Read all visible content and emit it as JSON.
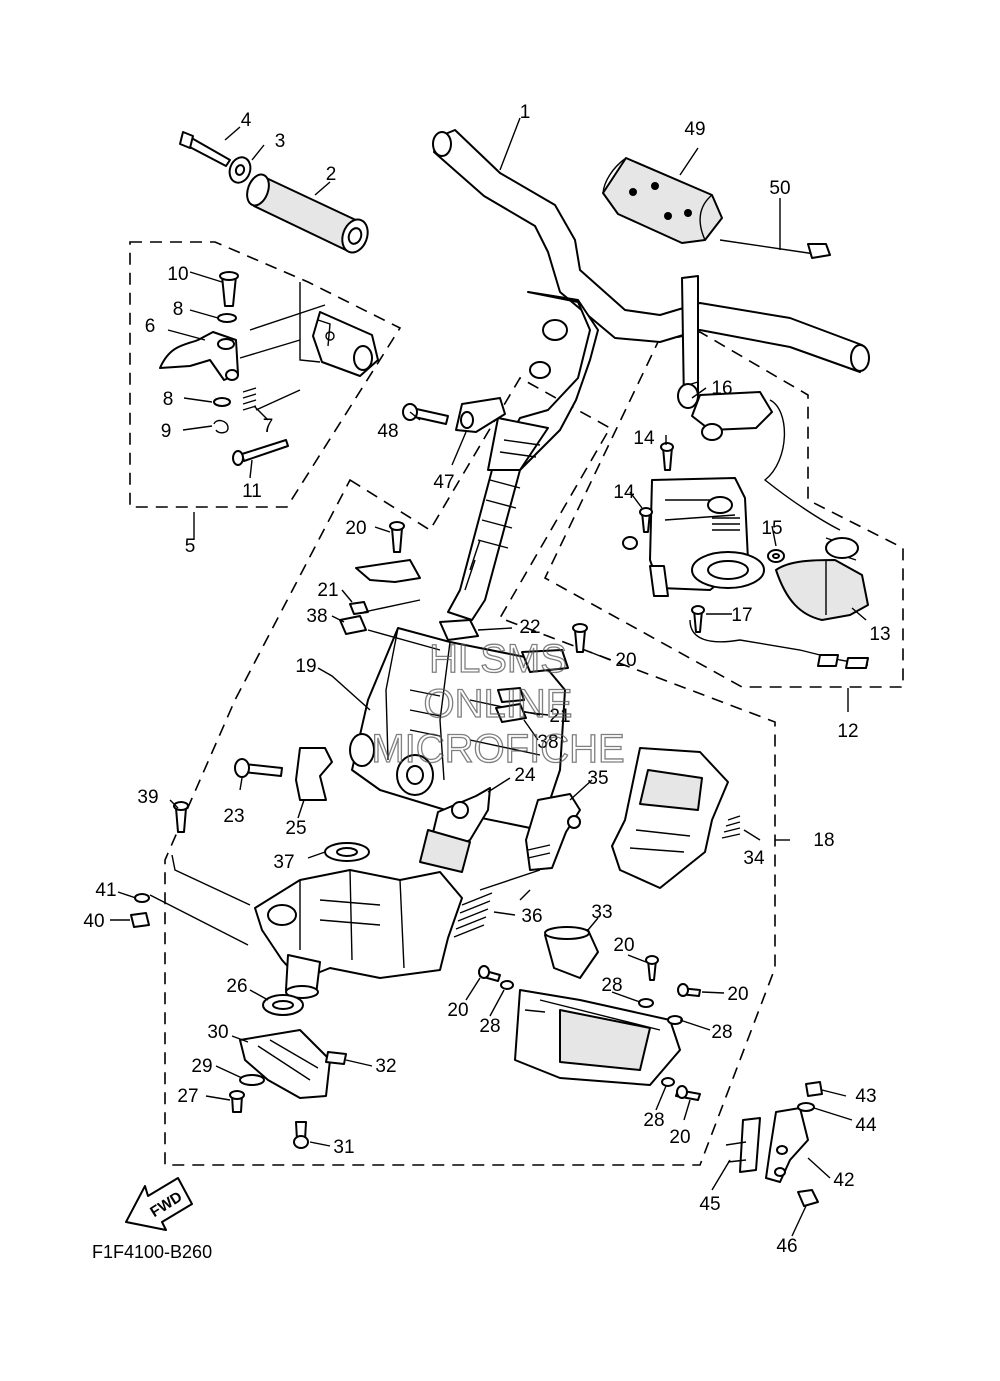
{
  "diagram": {
    "code": "F1F4100-B260",
    "fwd_label": "FWD",
    "watermark": [
      "HLSMS",
      "ONLINE",
      "MICROFICHE"
    ],
    "callouts": [
      "1",
      "2",
      "3",
      "4",
      "5",
      "6",
      "7",
      "8",
      "9",
      "10",
      "11",
      "12",
      "13",
      "14",
      "15",
      "16",
      "17",
      "18",
      "19",
      "20",
      "21",
      "22",
      "23",
      "24",
      "25",
      "26",
      "27",
      "28",
      "29",
      "30",
      "31",
      "32",
      "33",
      "34",
      "35",
      "36",
      "37",
      "38",
      "39",
      "40",
      "41",
      "42",
      "43",
      "44",
      "45",
      "46",
      "47",
      "48",
      "49",
      "50"
    ]
  }
}
